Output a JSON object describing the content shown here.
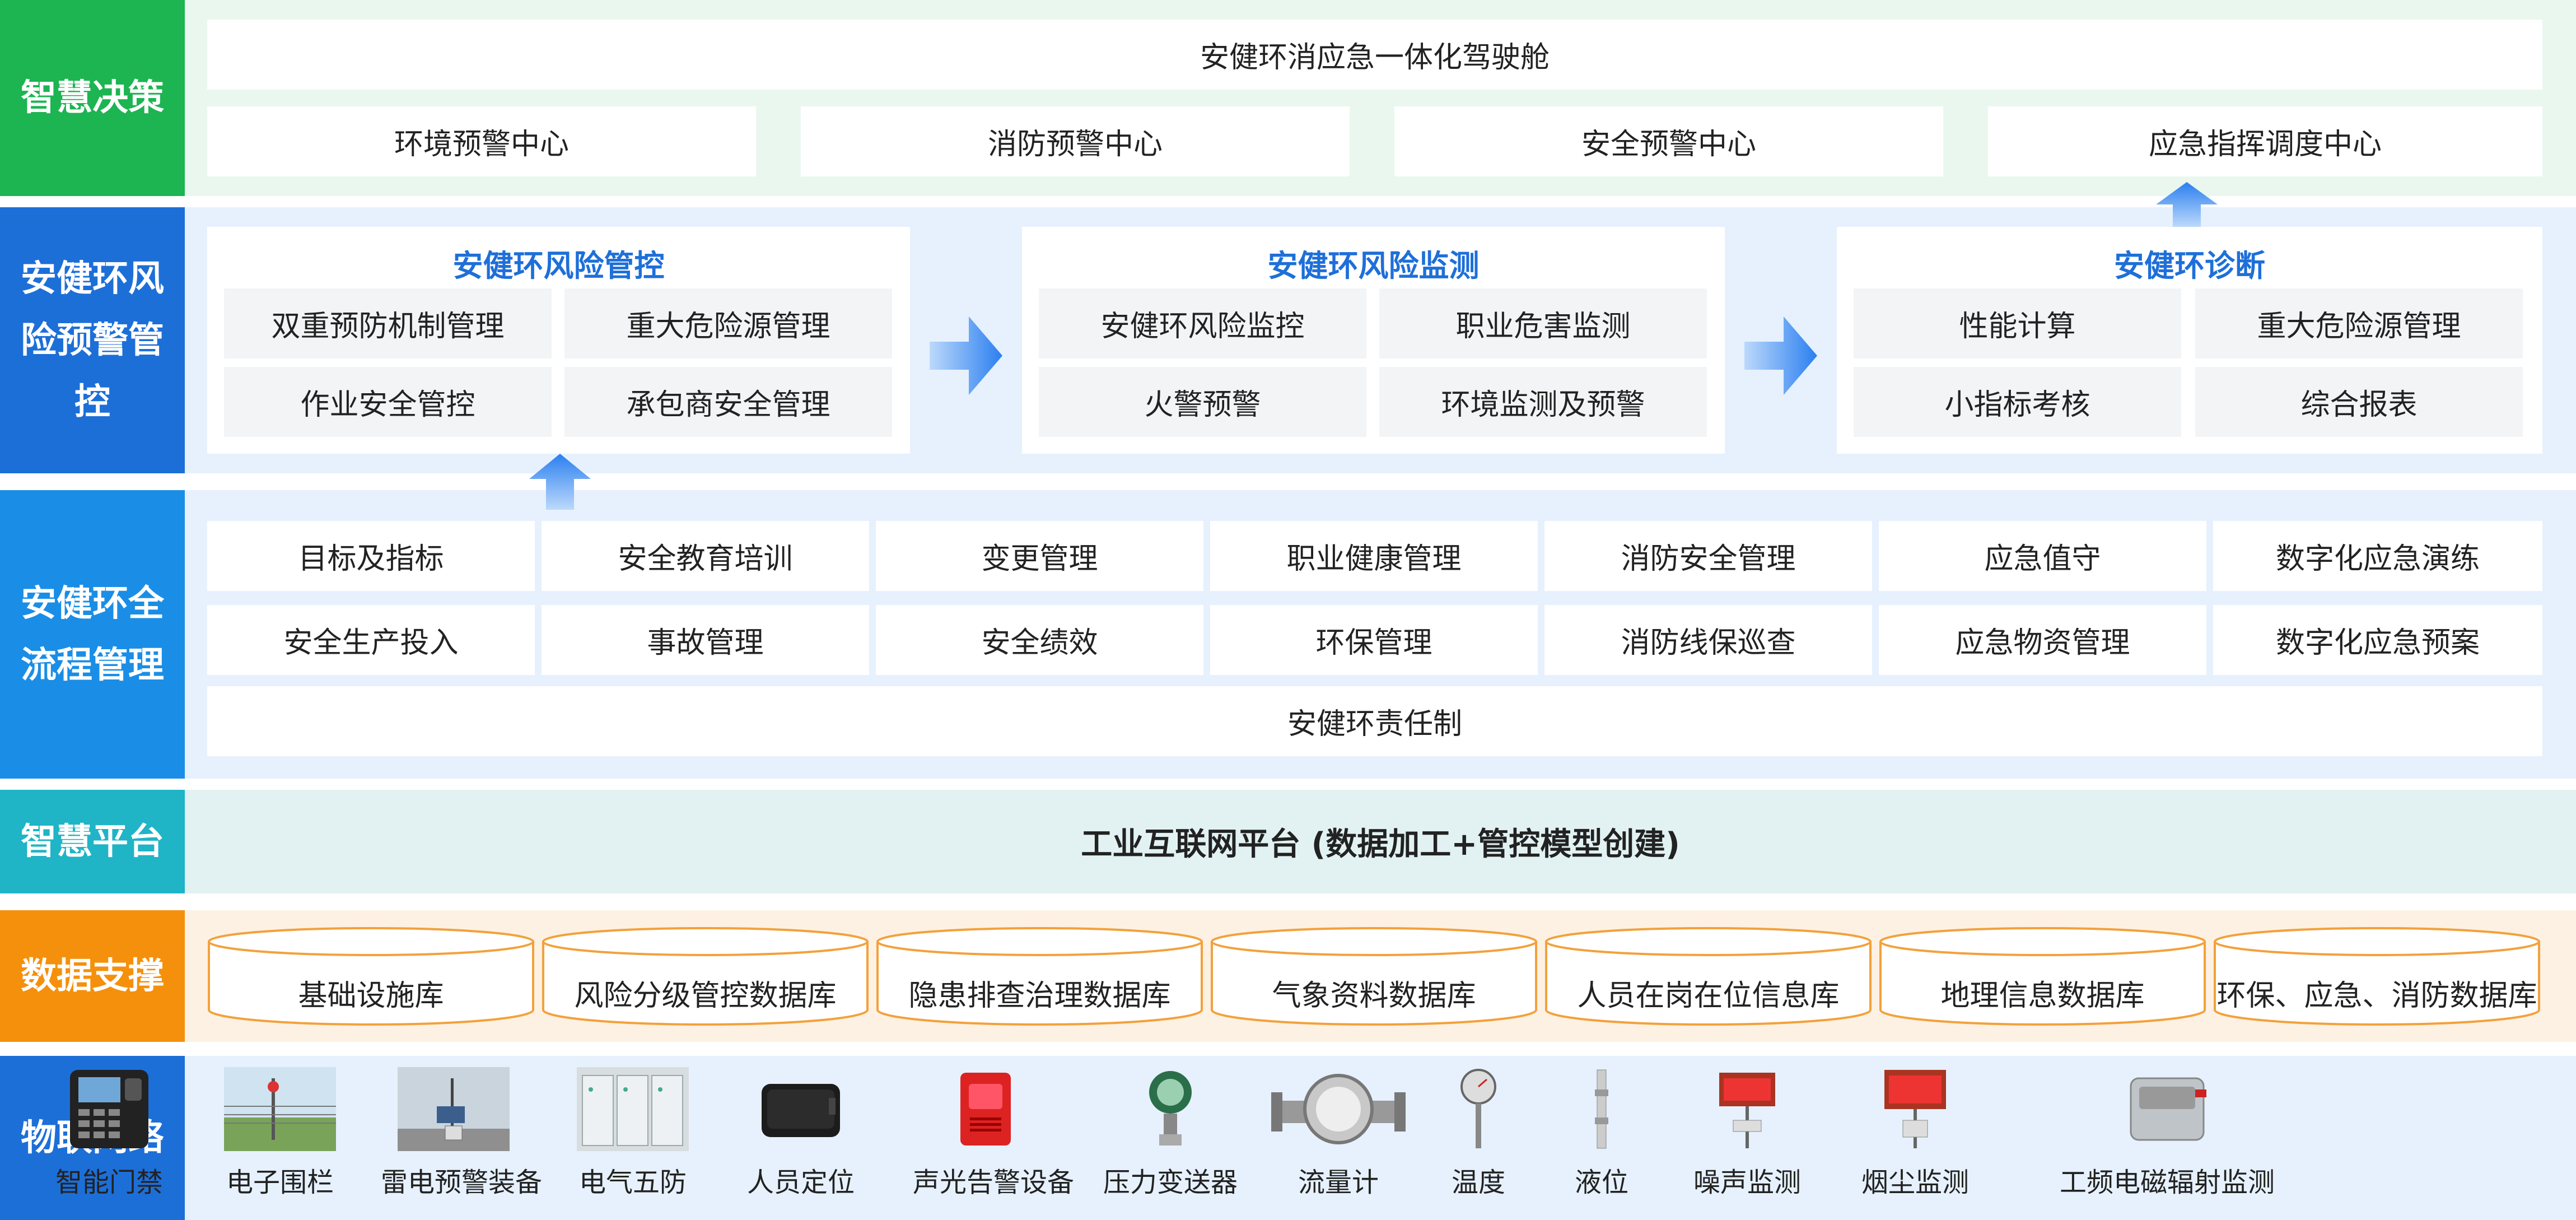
{
  "colors": {
    "green": "#1db452",
    "blue_dark": "#1d6fd8",
    "blue_mid": "#1a8ee6",
    "teal": "#1fb4c6",
    "orange": "#f5900c",
    "panel_blue": "#e6f1fd",
    "panel_green": "#eaf7ee",
    "panel_teal": "#e2f2f3",
    "panel_orange": "#fdf1e3"
  },
  "layers": {
    "decision": {
      "label": "智慧决策",
      "top_bar": "安健环消应急一体化驾驶舱",
      "centers": [
        "环境预警中心",
        "消防预警中心",
        "安全预警中心",
        "应急指挥调度中心"
      ]
    },
    "risk": {
      "label": "安健环风险预警管控",
      "groups": [
        {
          "title": "安健环风险管控",
          "items": [
            "双重预防机制管理",
            "重大危险源管理",
            "作业安全管控",
            "承包商安全管理"
          ]
        },
        {
          "title": "安健环风险监测",
          "items": [
            "安健环风险监控",
            "职业危害监测",
            "火警预警",
            "环境监测及预警"
          ]
        },
        {
          "title": "安健环诊断",
          "items": [
            "性能计算",
            "重大危险源管理",
            "小指标考核",
            "综合报表"
          ]
        }
      ]
    },
    "process": {
      "label": "安健环全流程管理",
      "row1": [
        "目标及指标",
        "安全教育培训",
        "变更管理",
        "职业健康管理",
        "消防安全管理",
        "应急值守",
        "数字化应急演练"
      ],
      "row2": [
        "安全生产投入",
        "事故管理",
        "安全绩效",
        "环保管理",
        "消防线保巡查",
        "应急物资管理",
        "数字化应急预案"
      ],
      "bottom": "安健环责任制"
    },
    "platform": {
      "label": "智慧平台",
      "text": "工业互联网平台 (数据加工+管控模型创建)"
    },
    "data": {
      "label": "数据支撑",
      "dbs": [
        "基础设施库",
        "风险分级管控数据库",
        "隐患排查治理数据库",
        "气象资料数据库",
        "人员在岗在位信息库",
        "地理信息数据库",
        "环保、应急、消防数据库"
      ]
    },
    "iot": {
      "label": "物联网络",
      "devices": [
        {
          "name": "智能门禁",
          "icon": "access-control-icon"
        },
        {
          "name": "电子围栏",
          "icon": "electronic-fence-icon"
        },
        {
          "name": "雷电预警装备",
          "icon": "lightning-warning-icon"
        },
        {
          "name": "电气五防",
          "icon": "electrical-cabinet-icon"
        },
        {
          "name": "人员定位",
          "icon": "locator-icon"
        },
        {
          "name": "声光告警设备",
          "icon": "alarm-icon"
        },
        {
          "name": "压力变送器",
          "icon": "pressure-transmitter-icon"
        },
        {
          "name": "流量计",
          "icon": "flowmeter-icon"
        },
        {
          "name": "温度",
          "icon": "thermometer-icon"
        },
        {
          "name": "液位",
          "icon": "level-gauge-icon"
        },
        {
          "name": "噪声监测",
          "icon": "noise-monitor-icon"
        },
        {
          "name": "烟尘监测",
          "icon": "dust-monitor-icon"
        },
        {
          "name": "工频电磁辐射监测",
          "icon": "emf-monitor-icon"
        }
      ]
    }
  }
}
